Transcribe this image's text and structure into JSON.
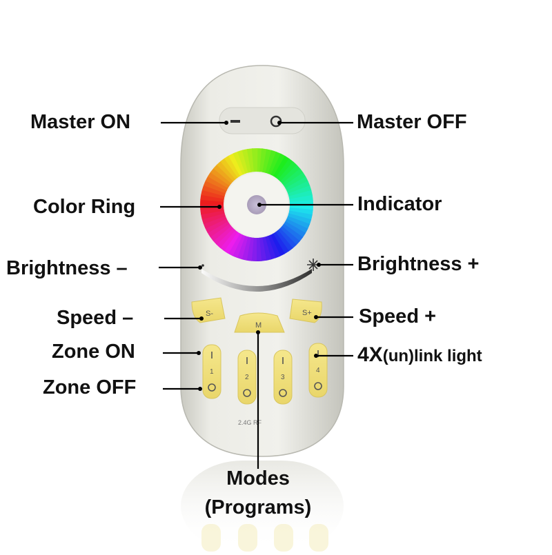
{
  "labels": {
    "master_on": "Master ON",
    "master_off": "Master OFF",
    "color_ring": "Color Ring",
    "indicator": "Indicator",
    "brightness_minus": "Brightness –",
    "brightness_plus": "Brightness +",
    "speed_minus": "Speed –",
    "speed_plus": "Speed +",
    "zone_on": "Zone ON",
    "zone_off": "Zone OFF",
    "link_4x": "4X",
    "link_rest": "(un)link light",
    "modes_line1": "Modes",
    "modes_line2": "(Programs)"
  },
  "remote": {
    "speed_minus_key": "S-",
    "mode_key": "M",
    "speed_plus_key": "S+",
    "zone_numbers": [
      "1",
      "2",
      "3",
      "4"
    ],
    "rf_text": "2.4G RF"
  },
  "colors": {
    "remote_body": "#ecece6",
    "key_yellow": "#f1e07a",
    "label_text": "#111111",
    "leader_line": "#000000"
  }
}
